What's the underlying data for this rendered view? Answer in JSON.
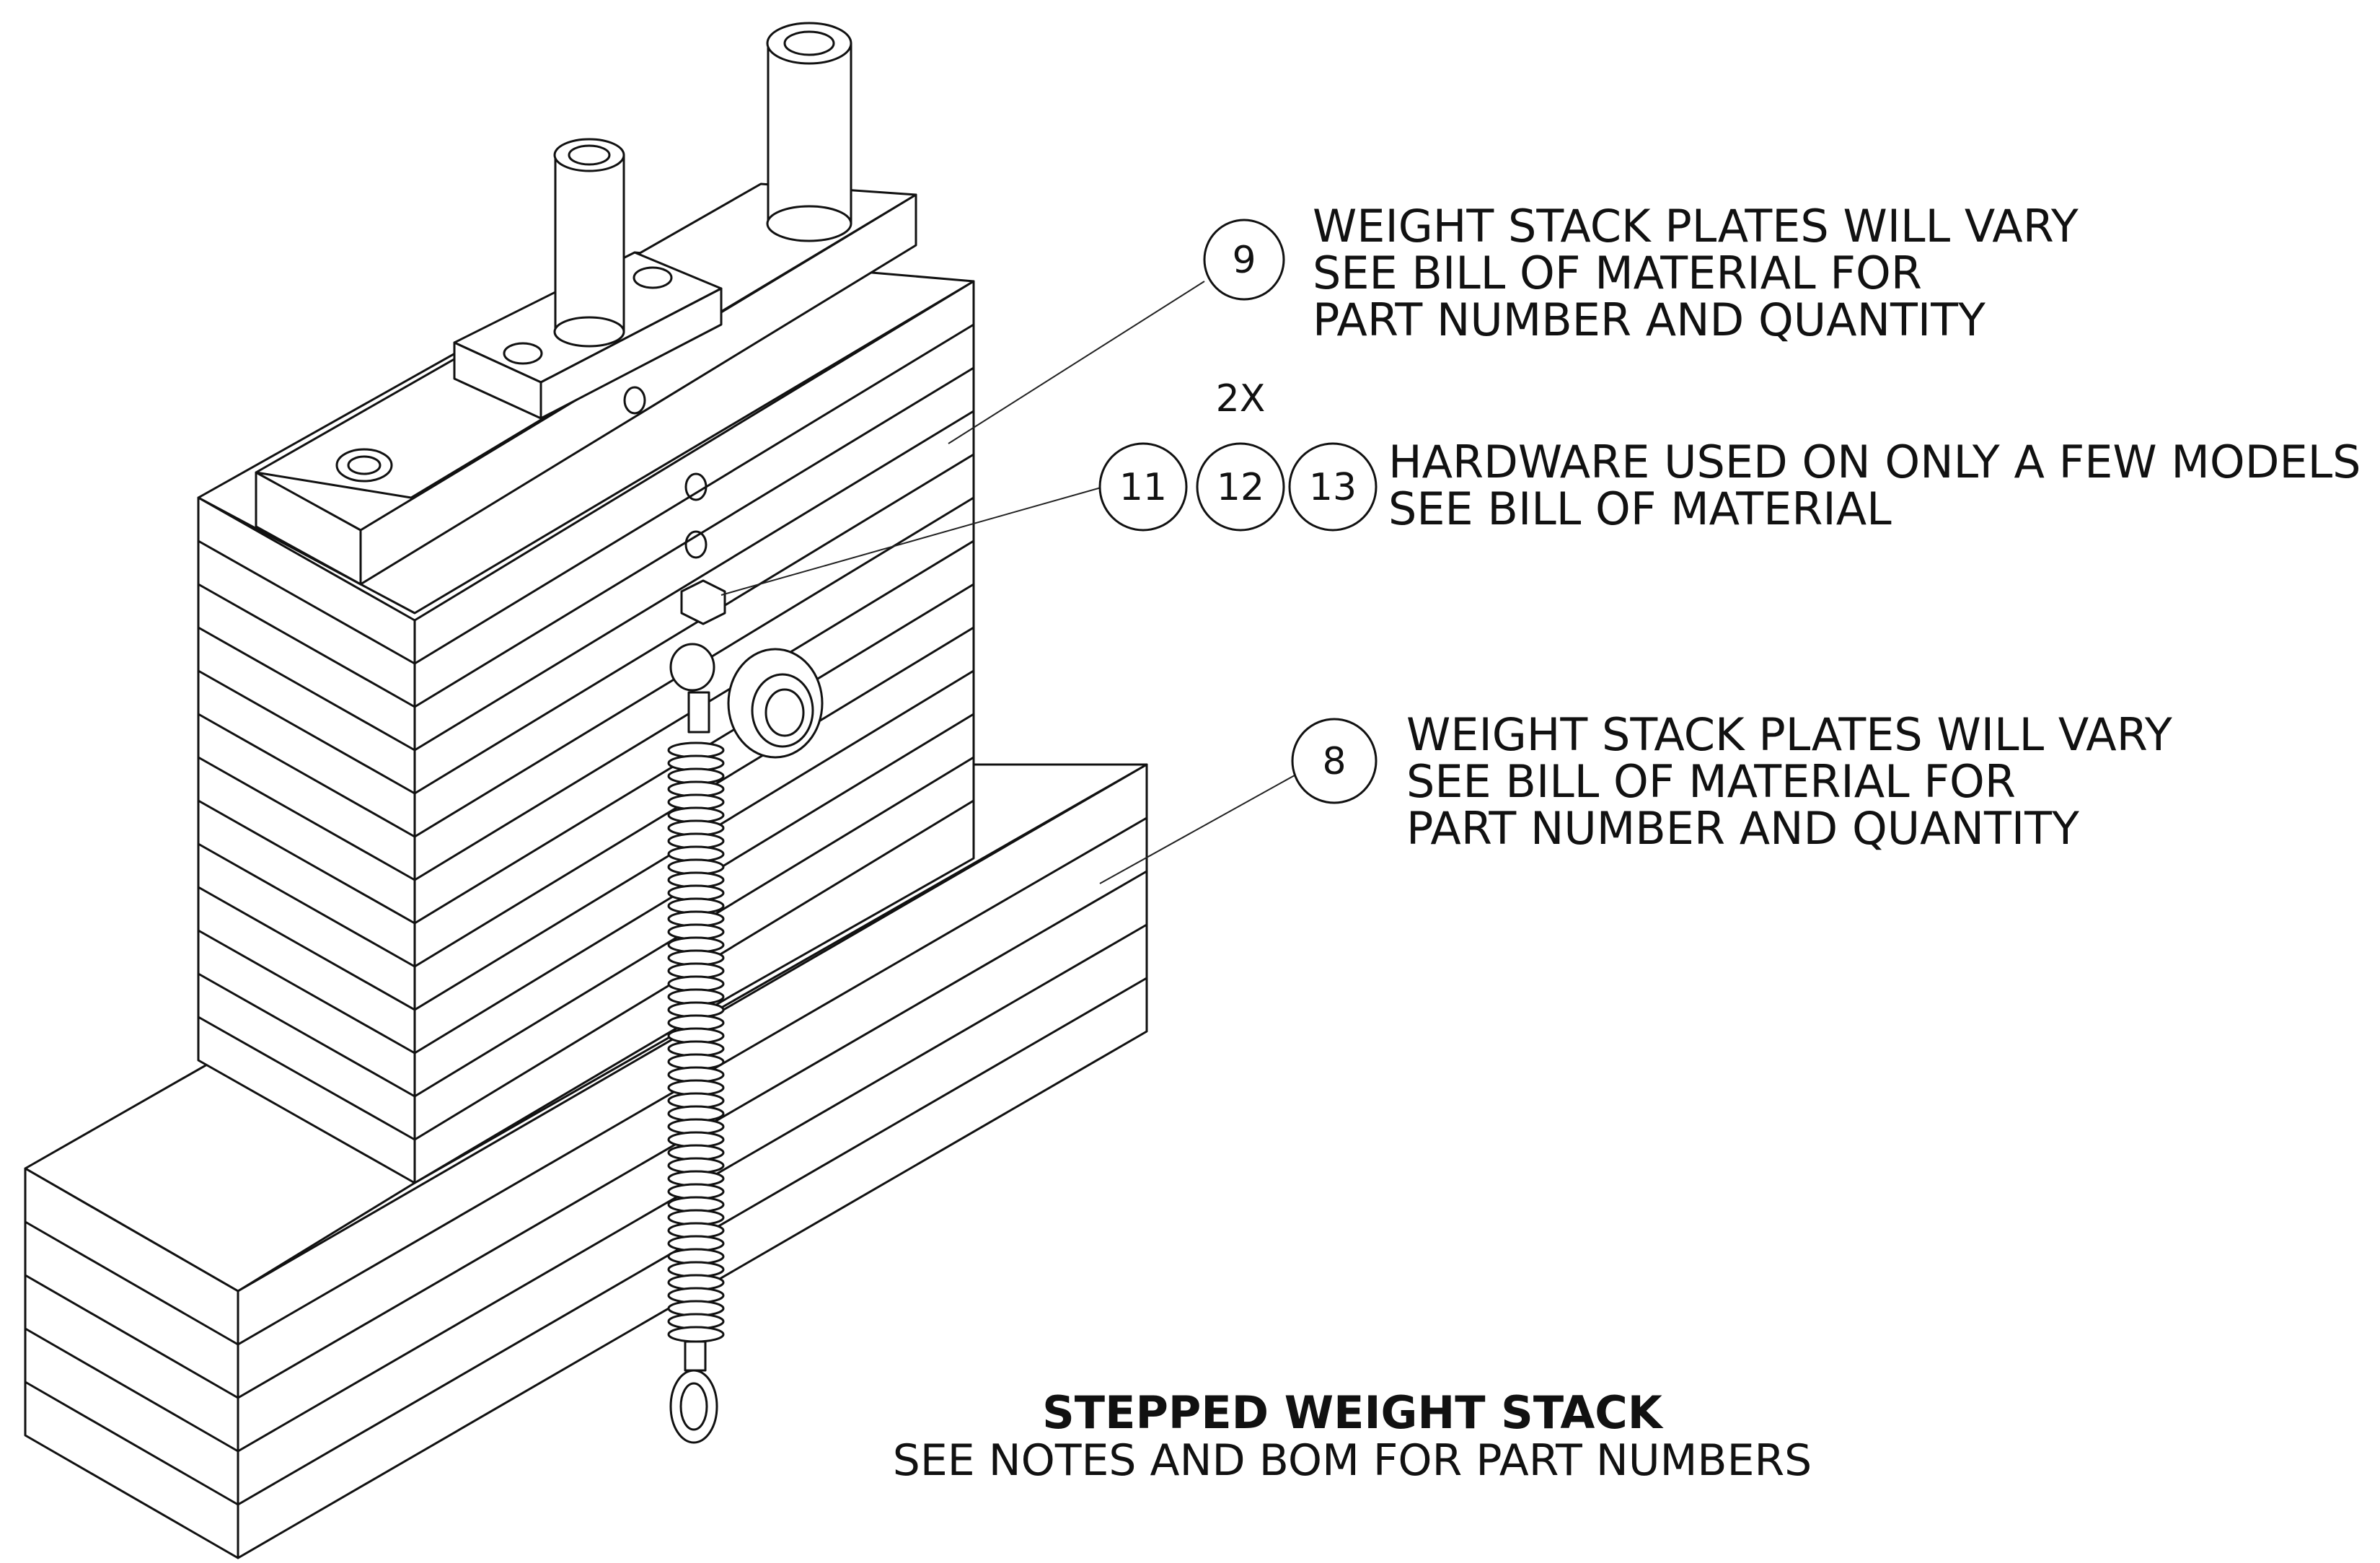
{
  "callouts": {
    "balloon_9": "9",
    "note_9": [
      "WEIGHT STACK PLATES WILL VARY",
      "SEE BILL OF MATERIAL FOR",
      "PART NUMBER AND QUANTITY"
    ],
    "qty_label": "2X",
    "balloon_11": "11",
    "balloon_12": "12",
    "balloon_13": "13",
    "note_hardware": [
      "HARDWARE USED ON ONLY A FEW MODELS",
      "SEE BILL OF MATERIAL"
    ],
    "balloon_8": "8",
    "note_8": [
      "WEIGHT STACK PLATES WILL VARY",
      "SEE BILL OF MATERIAL FOR",
      "PART NUMBER AND QUANTITY"
    ]
  },
  "title": {
    "main": "STEPPED WEIGHT STACK",
    "sub": "SEE NOTES AND BOM FOR PART NUMBERS"
  },
  "colors": {
    "line": "#111111",
    "background": "#ffffff"
  }
}
